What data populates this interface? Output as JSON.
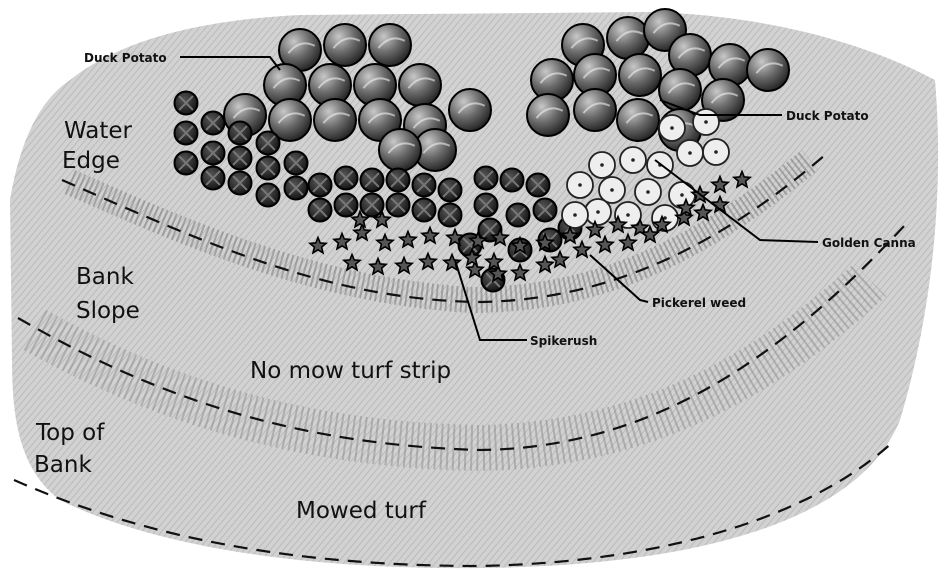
{
  "zones": {
    "water_edge": [
      "Water",
      "Edge"
    ],
    "bank_slope": [
      "Bank",
      "Slope"
    ],
    "no_mow": "No mow turf strip",
    "top_of_bank": [
      "Top of",
      "Bank"
    ],
    "mowed_turf": "Mowed turf"
  },
  "plants": {
    "duck_potato_left": "Duck Potato",
    "duck_potato_right": "Duck Potato",
    "golden_canna": "Golden Canna",
    "pickerel_weed": "Pickerel weed",
    "spikerush": "Spikerush"
  },
  "colors": {
    "duck_potato": "#5a5a5a",
    "pickerel_weed": "#1e1e1e",
    "golden_canna": "#eeeeee",
    "spikerush": "#444444",
    "ground": "#c9c9c9"
  }
}
